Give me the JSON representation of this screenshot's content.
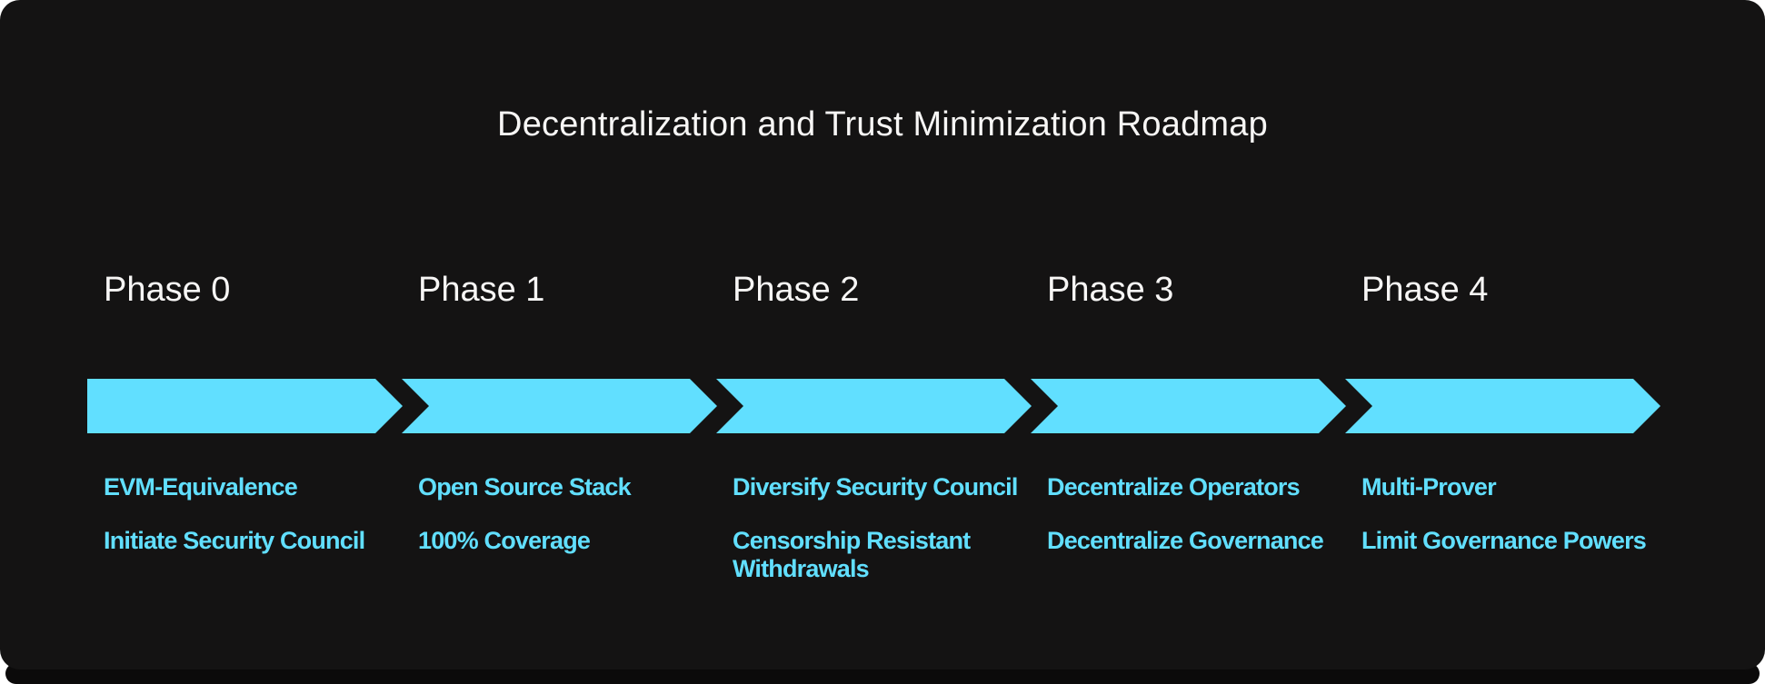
{
  "colors": {
    "accent": "#61DFFF",
    "card": "#141313",
    "strip": "#0B0A0A",
    "page": "#FFFFFF",
    "heading": "#F7F6F5"
  },
  "title": "Decentralization and Trust Minimization Roadmap",
  "phases": [
    {
      "label": "Phase 0",
      "bullets": [
        "EVM-Equivalence",
        "Initiate Security Council"
      ]
    },
    {
      "label": "Phase 1",
      "bullets": [
        "Open Source Stack",
        "100% Coverage"
      ]
    },
    {
      "label": "Phase 2",
      "bullets": [
        "Diversify Security Council",
        "Censorship Resistant Withdrawals"
      ]
    },
    {
      "label": "Phase 3",
      "bullets": [
        "Decentralize Operators",
        "Decentralize Governance"
      ]
    },
    {
      "label": "Phase 4",
      "bullets": [
        "Multi-Prover",
        "Limit Governance Powers"
      ]
    }
  ]
}
